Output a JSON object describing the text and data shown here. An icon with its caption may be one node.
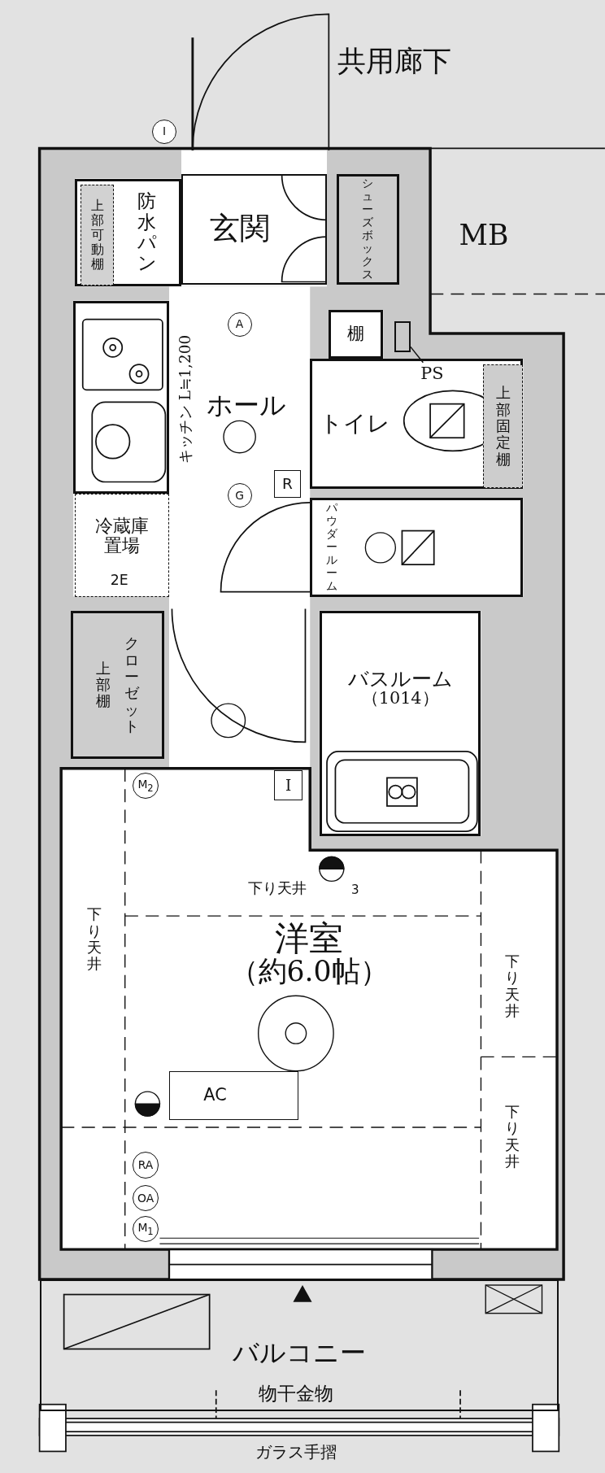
{
  "diagram": {
    "nodes": [
      {
        "text": [
          "玄関"
        ]
      },
      {
        "text": [
          "防水パン"
        ]
      },
      {
        "text": [
          "上部可動棚"
        ],
        "in": 1
      },
      {
        "text": [
          "シューズボックス"
        ]
      },
      {
        "text": [
          "棚"
        ]
      },
      {
        "text": [],
        "shape": "box"
      },
      {
        "text": [
          "PS"
        ],
        "in": 7
      },
      {
        "text": [
          "トイレ"
        ]
      },
      {
        "text": [
          "上部固定棚"
        ],
        "in": 7
      },
      {
        "text": [],
        "shape": "box",
        "beside": [
          "キッチン L≒1,200"
        ]
      },
      {
        "text": [
          "冷蔵庫置場"
        ]
      },
      {
        "text": [
          "パウダールーム"
        ]
      },
      {
        "text": [
          "バスルーム",
          "（1014）"
        ]
      },
      {
        "text": [
          "上部棚",
          "クローゼット"
        ]
      },
      {
        "text": [
          "洋室",
          "（約6.0帖）"
        ]
      },
      {
        "text": [
          "AC"
        ],
        "in": 14
      },
      {
        "text": [
          "I"
        ]
      },
      {
        "text": [
          "R"
        ]
      },
      {
        "text": [
          "A"
        ]
      },
      {
        "text": [
          "G"
        ]
      },
      {
        "text": [
          "I"
        ]
      },
      {
        "text": [
          "M$_{2}$"
        ]
      },
      {
        "text": [
          "RA"
        ],
        "in": 14
      },
      {
        "text": [
          "OA"
        ],
        "in": 14
      },
      {
        "text": [
          "M$_{1}$"
        ],
        "in": 14
      },
      {
        "text": [
          "バルコニー"
        ]
      }
    ],
    "edges": [
      {
        "from": 6,
        "to": 5,
        "arrow": "none"
      }
    ],
    "labels": [
      "共用廊下",
      "MB",
      "ホール",
      "2E",
      "下り天井",
      "3",
      "下り天井",
      "下り天井",
      "下り天井",
      "物干金物",
      "ガラス手摺"
    ]
  }
}
